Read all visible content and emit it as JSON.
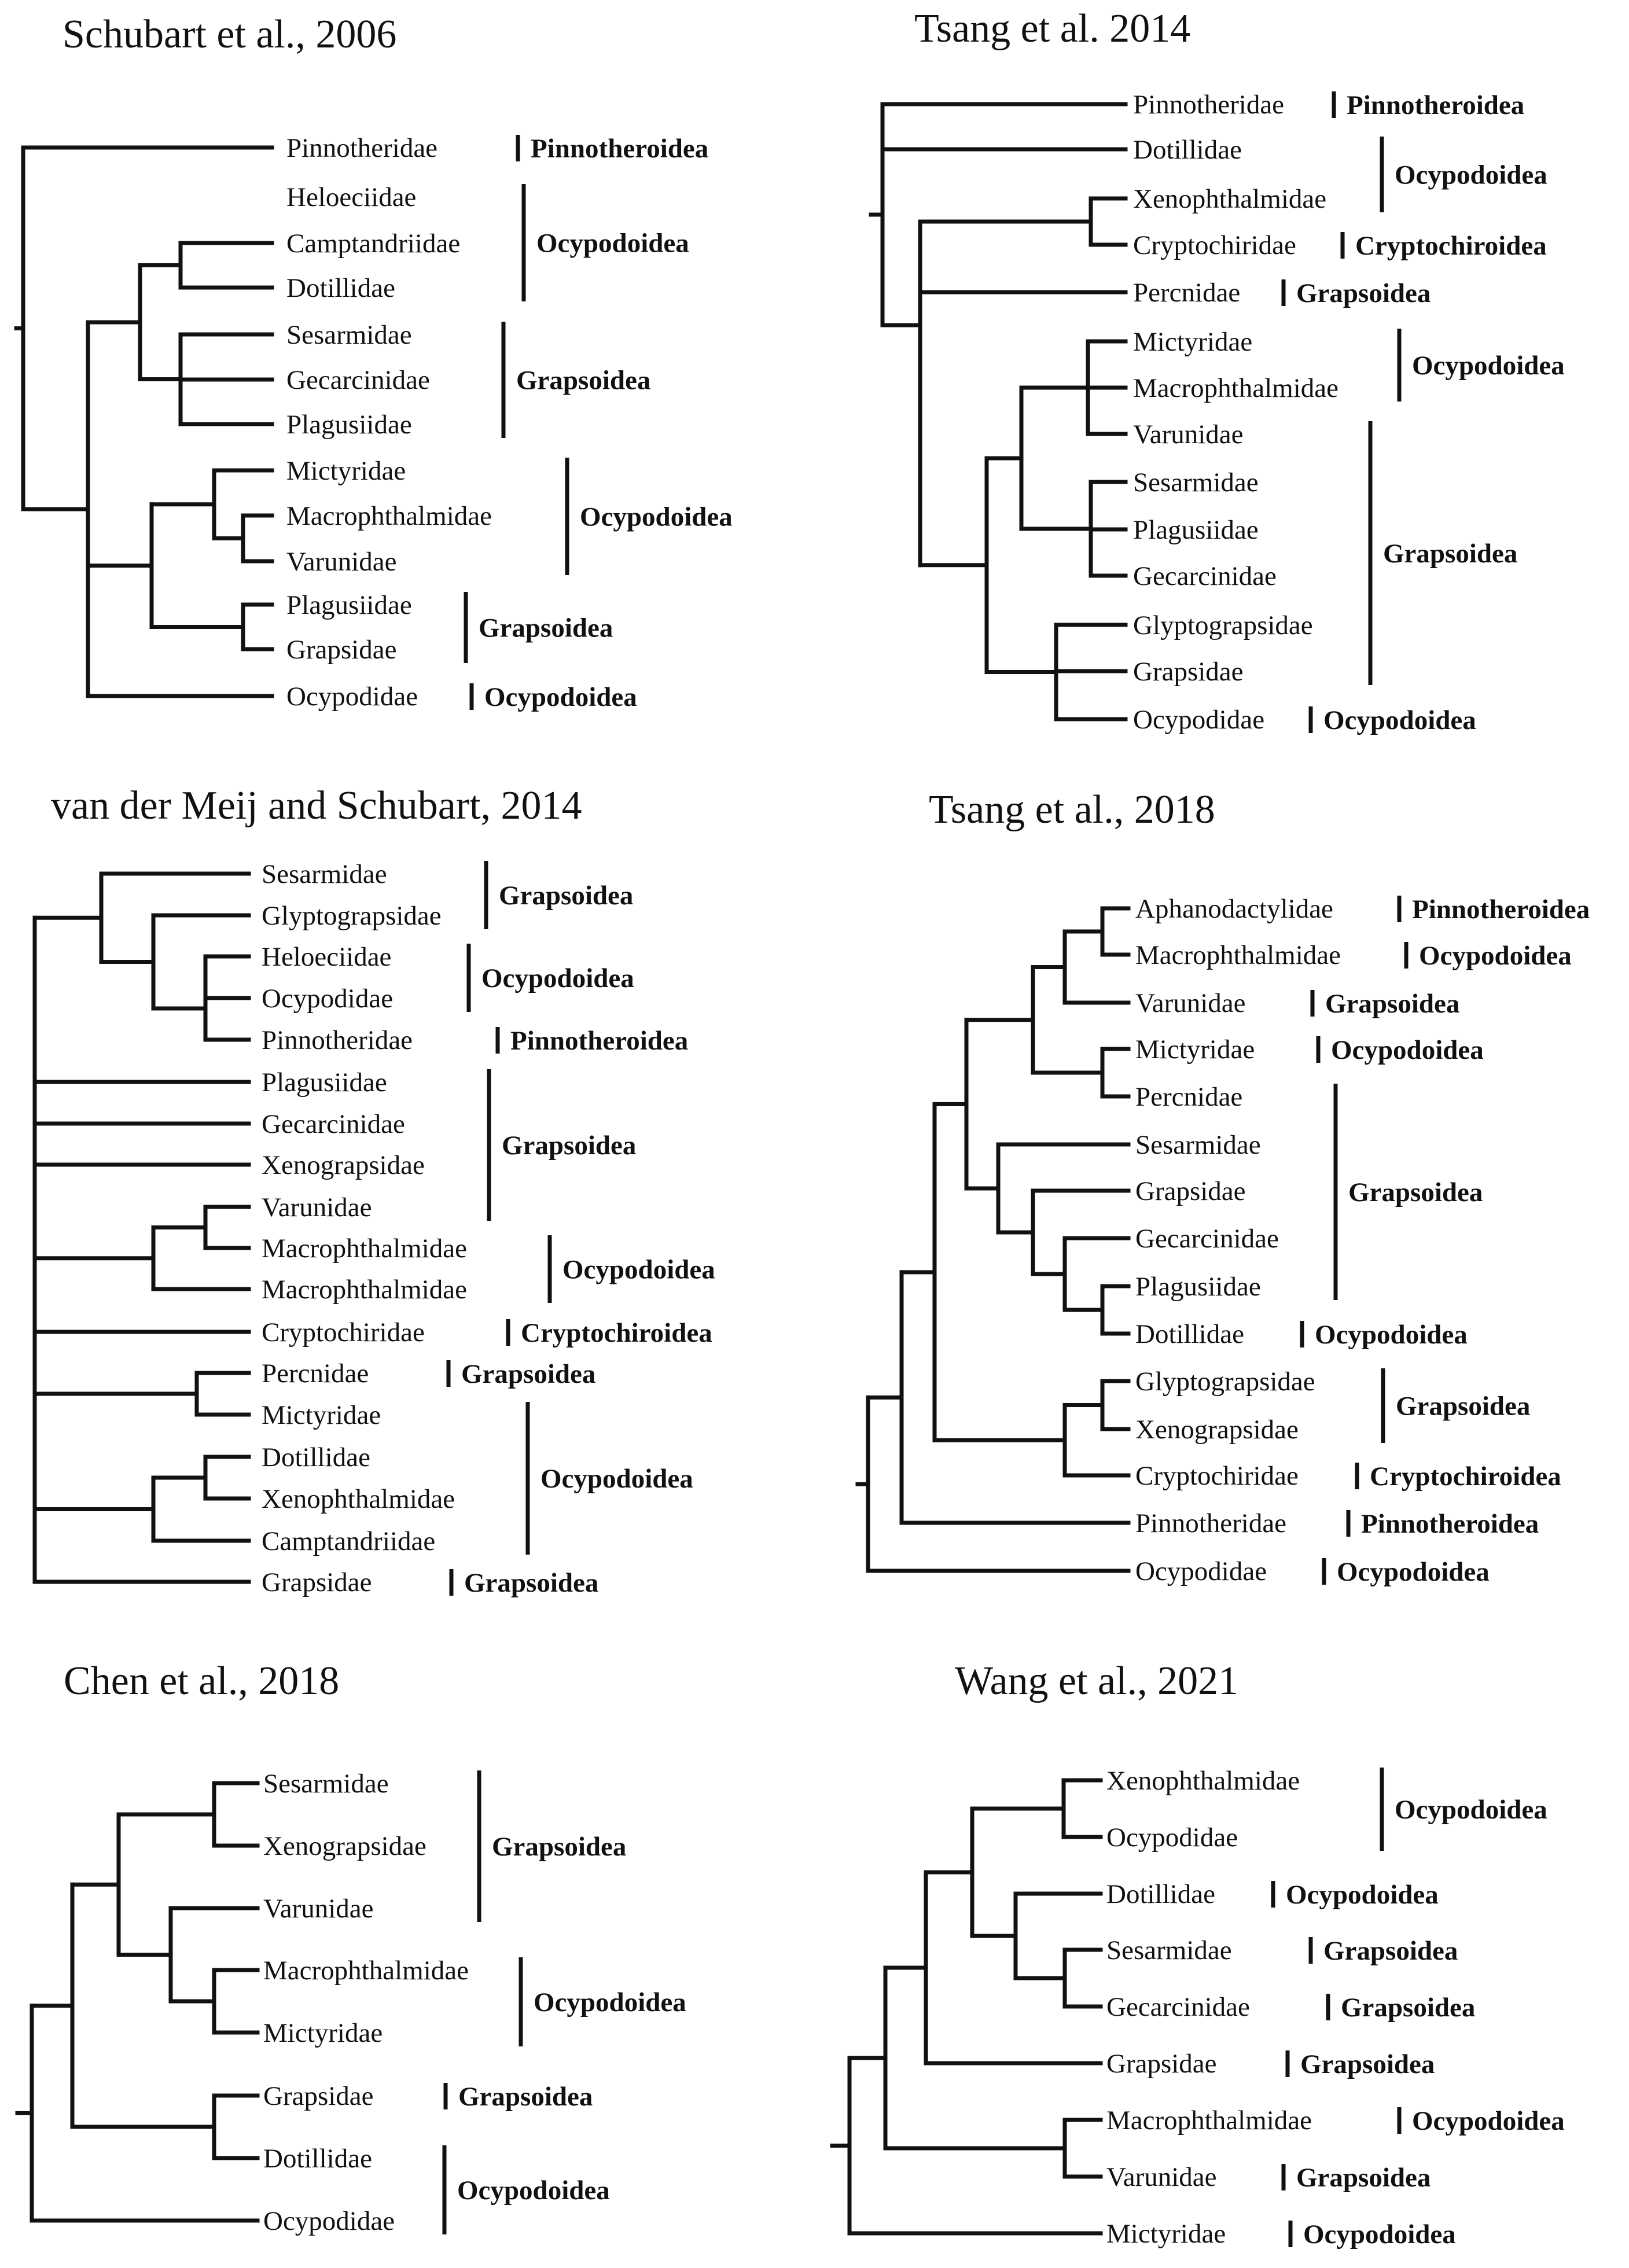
{
  "panels": [
    {
      "title": "Schubart et al., 2006",
      "leaves": [
        "Pinnotheridae",
        "Heloeciidae",
        "Camptandriidae",
        "Dotillidae",
        "Sesarmidae",
        "Gecarcinidae",
        "Plagusiidae",
        "Mictyridae",
        "Macrophthalmidae",
        "Varunidae",
        "Plagusiidae",
        "Grapsidae",
        "Ocypodidae"
      ],
      "groups": [
        {
          "label": "Pinnotheroidea",
          "from": 0,
          "to": 0
        },
        {
          "label": "Ocypodoidea",
          "from": 1,
          "to": 3
        },
        {
          "label": "Grapsoidea",
          "from": 4,
          "to": 6
        },
        {
          "label": "Ocypodoidea",
          "from": 7,
          "to": 9
        },
        {
          "label": "Grapsoidea",
          "from": 10,
          "to": 11
        },
        {
          "label": "Ocypodoidea",
          "from": 12,
          "to": 12
        }
      ]
    },
    {
      "title": "Tsang et al. 2014",
      "leaves": [
        "Pinnotheridae",
        "Dotillidae",
        "Xenophthalmidae",
        "Cryptochiridae",
        "Percnidae",
        "Mictyridae",
        "Macrophthalmidae",
        "Varunidae",
        "Sesarmidae",
        "Plagusiidae",
        "Gecarcinidae",
        "Glyptograpsidae",
        "Grapsidae",
        "Ocypodidae"
      ],
      "groups": [
        {
          "label": "Pinnotheroidea",
          "from": 0,
          "to": 0
        },
        {
          "label": "Ocypodoidea",
          "from": 1,
          "to": 2
        },
        {
          "label": "Cryptochiroidea",
          "from": 3,
          "to": 3
        },
        {
          "label": "Grapsoidea",
          "from": 4,
          "to": 4
        },
        {
          "label": "Ocypodoidea",
          "from": 5,
          "to": 6
        },
        {
          "label": "Grapsoidea",
          "from": 7,
          "to": 12
        },
        {
          "label": "Ocypodoidea",
          "from": 13,
          "to": 13
        }
      ]
    },
    {
      "title": "van der Meij and Schubart, 2014",
      "leaves": [
        "Sesarmidae",
        "Glyptograpsidae",
        "Heloeciidae",
        "Ocypodidae",
        "Pinnotheridae",
        "Plagusiidae",
        "Gecarcinidae",
        "Xenograpsidae",
        "Varunidae",
        "Macrophthalmidae",
        "Macrophthalmidae",
        "Cryptochiridae",
        "Percnidae",
        "Mictyridae",
        "Dotillidae",
        "Xenophthalmidae",
        "Camptandriidae",
        "Grapsidae"
      ],
      "groups": [
        {
          "label": "Grapsoidea",
          "from": 0,
          "to": 1
        },
        {
          "label": "Ocypodoidea",
          "from": 2,
          "to": 3
        },
        {
          "label": "Pinnotheroidea",
          "from": 4,
          "to": 4
        },
        {
          "label": "Grapsoidea",
          "from": 5,
          "to": 8
        },
        {
          "label": "Ocypodoidea",
          "from": 9,
          "to": 10
        },
        {
          "label": "Cryptochiroidea",
          "from": 11,
          "to": 11
        },
        {
          "label": "Grapsoidea",
          "from": 12,
          "to": 12
        },
        {
          "label": "Ocypodoidea",
          "from": 13,
          "to": 16
        },
        {
          "label": "Grapsoidea",
          "from": 17,
          "to": 17
        }
      ]
    },
    {
      "title": "Tsang et al., 2018",
      "leaves": [
        "Aphanodactylidae",
        "Macrophthalmidae",
        "Varunidae",
        "Mictyridae",
        "Percnidae",
        "Sesarmidae",
        "Grapsidae",
        "Gecarcinidae",
        "Plagusiidae",
        "Dotillidae",
        "Glyptograpsidae",
        "Xenograpsidae",
        "Cryptochiridae",
        "Pinnotheridae",
        "Ocypodidae"
      ],
      "groups": [
        {
          "label": "Pinnotheroidea",
          "from": 0,
          "to": 0
        },
        {
          "label": "Ocypodoidea",
          "from": 1,
          "to": 1
        },
        {
          "label": "Grapsoidea",
          "from": 2,
          "to": 2
        },
        {
          "label": "Ocypodoidea",
          "from": 3,
          "to": 3
        },
        {
          "label": "Grapsoidea",
          "from": 4,
          "to": 8
        },
        {
          "label": "Ocypodoidea",
          "from": 9,
          "to": 9
        },
        {
          "label": "Grapsoidea",
          "from": 10,
          "to": 11
        },
        {
          "label": "Cryptochiroidea",
          "from": 12,
          "to": 12
        },
        {
          "label": "Pinnotheroidea",
          "from": 13,
          "to": 13
        },
        {
          "label": "Ocypodoidea",
          "from": 14,
          "to": 14
        }
      ]
    },
    {
      "title": "Chen et al., 2018",
      "leaves": [
        "Sesarmidae",
        "Xenograpsidae",
        "Varunidae",
        "Macrophthalmidae",
        "Mictyridae",
        "Grapsidae",
        "Dotillidae",
        "Ocypodidae"
      ],
      "groups": [
        {
          "label": "Grapsoidea",
          "from": 0,
          "to": 2
        },
        {
          "label": "Ocypodoidea",
          "from": 3,
          "to": 4
        },
        {
          "label": "Grapsoidea",
          "from": 5,
          "to": 5
        },
        {
          "label": "Ocypodoidea",
          "from": 6,
          "to": 7
        }
      ]
    },
    {
      "title": "Wang et al., 2021",
      "leaves": [
        "Xenophthalmidae",
        "Ocypodidae",
        "Dotillidae",
        "Sesarmidae",
        "Gecarcinidae",
        "Grapsidae",
        "Macrophthalmidae",
        "Varunidae",
        "Mictyridae"
      ],
      "groups": [
        {
          "label": "Ocypodoidea",
          "from": 0,
          "to": 1
        },
        {
          "label": "Ocypodoidea",
          "from": 2,
          "to": 2
        },
        {
          "label": "Grapsoidea",
          "from": 3,
          "to": 3
        },
        {
          "label": "Grapsoidea",
          "from": 4,
          "to": 4
        },
        {
          "label": "Grapsoidea",
          "from": 5,
          "to": 5
        },
        {
          "label": "Ocypodoidea",
          "from": 6,
          "to": 6
        },
        {
          "label": "Grapsoidea",
          "from": 7,
          "to": 7
        },
        {
          "label": "Ocypodoidea",
          "from": 8,
          "to": 8
        }
      ]
    }
  ]
}
